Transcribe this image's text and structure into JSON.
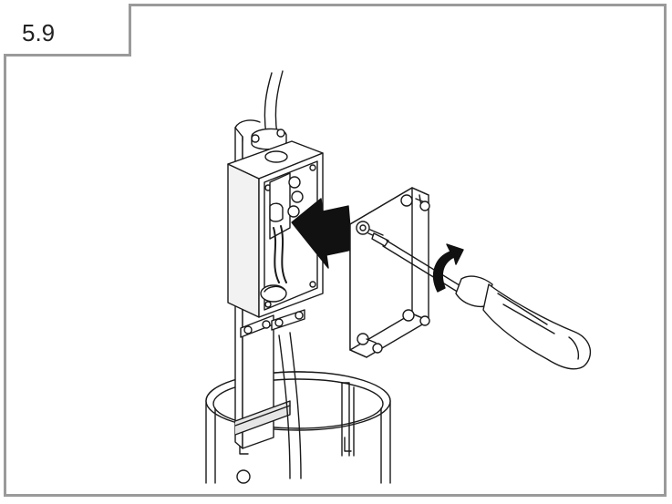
{
  "figure": {
    "step_number": "5.9",
    "colors": {
      "frame": "#9a9a9a",
      "ink": "#1a1a1a",
      "fill": "#ffffff",
      "shade": "#e6e6e6"
    },
    "icons": [
      "junction-box",
      "terminal-block",
      "cover-plate",
      "screwdriver",
      "rotation-arrow",
      "insertion-arrow",
      "mounting-post",
      "cable"
    ]
  }
}
